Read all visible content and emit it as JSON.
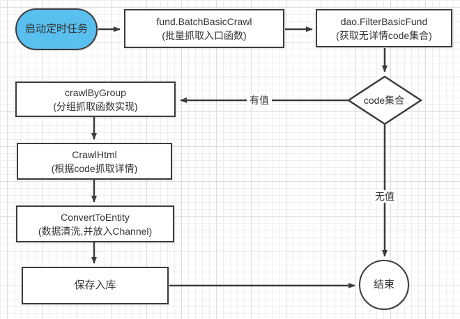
{
  "diagram": {
    "nodes": {
      "start": {
        "label": "启动定时任务"
      },
      "batch_crawl": {
        "line1": "fund.BatchBasicCrawl",
        "line2": "(批量抓取入口函数)"
      },
      "filter_fund": {
        "line1": "dao.FilterBasicFund",
        "line2": "(获取无详情code集合)"
      },
      "decision": {
        "label": "code集合"
      },
      "crawl_by_group": {
        "line1": "crawlByGroup",
        "line2": "(分组抓取函数实现)"
      },
      "crawl_html": {
        "line1": "CrawlHtml",
        "line2": "(根据code抓取详情)"
      },
      "convert_to_entity": {
        "line1": "ConvertToEntity",
        "line2": "(数据清洗,并放入Channel)"
      },
      "save_db": {
        "label": "保存入库"
      },
      "end": {
        "label": "结束"
      }
    },
    "edge_labels": {
      "has_value": "有值",
      "no_value": "无值"
    },
    "colors": {
      "start_fill": "#59bfee",
      "shape_stroke": "#3c3c3c",
      "text": "#333333",
      "grid_minor": "#eeeeee",
      "grid_major": "#dcdcdc",
      "canvas_bg": "#ffffff"
    }
  }
}
